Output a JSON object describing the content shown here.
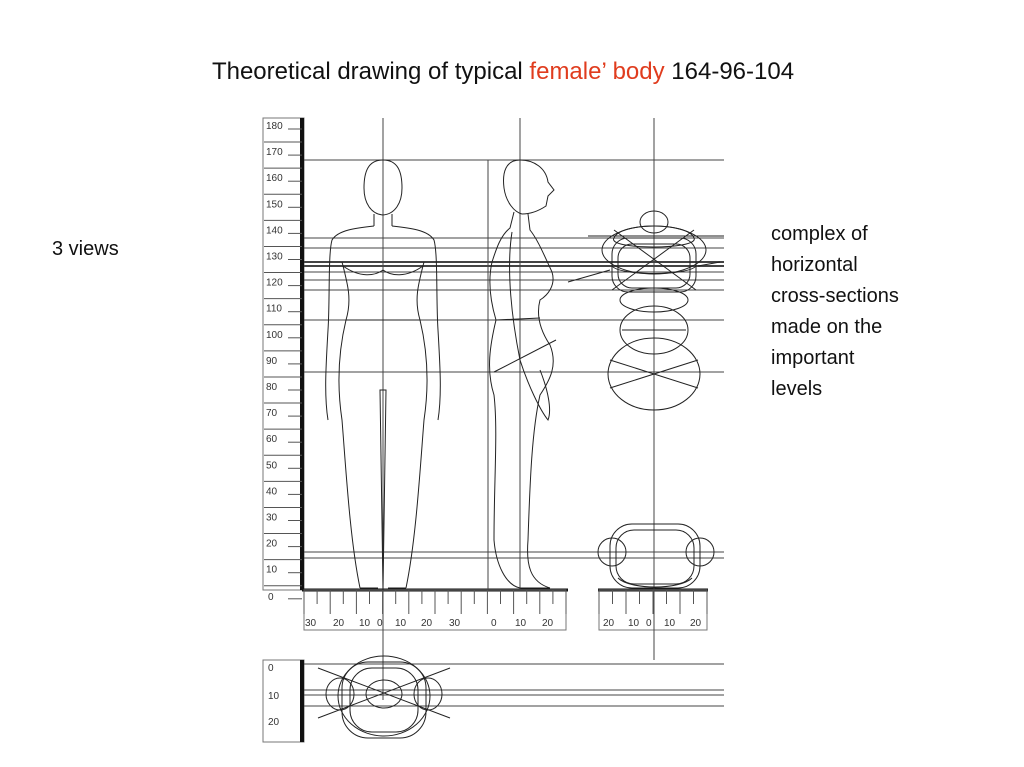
{
  "title": {
    "part1": "Theoretical drawing of typical ",
    "accent": "female’ body",
    "part2": " 164-96-104",
    "accent_color": "#e03c1e"
  },
  "left_label": "3 views",
  "right_note": {
    "lines": [
      "complex of",
      "horizontal",
      "cross-sections",
      "made on the",
      "important",
      "levels"
    ]
  },
  "vertical_scale": [
    "180",
    "170",
    "160",
    "150",
    "140",
    "130",
    "120",
    "110",
    "100",
    "90",
    "80",
    "70",
    "60",
    "50",
    "40",
    "30",
    "20",
    "10",
    "0"
  ],
  "front_bottom_scale": [
    "30",
    "20",
    "10",
    "0",
    "10",
    "20",
    "30"
  ],
  "side_bottom_scale": [
    "0",
    "10",
    "20"
  ],
  "section_bottom_scale": [
    "20",
    "10",
    "0",
    "10",
    "20"
  ],
  "top_view_scale": [
    "0",
    "10",
    "20"
  ]
}
